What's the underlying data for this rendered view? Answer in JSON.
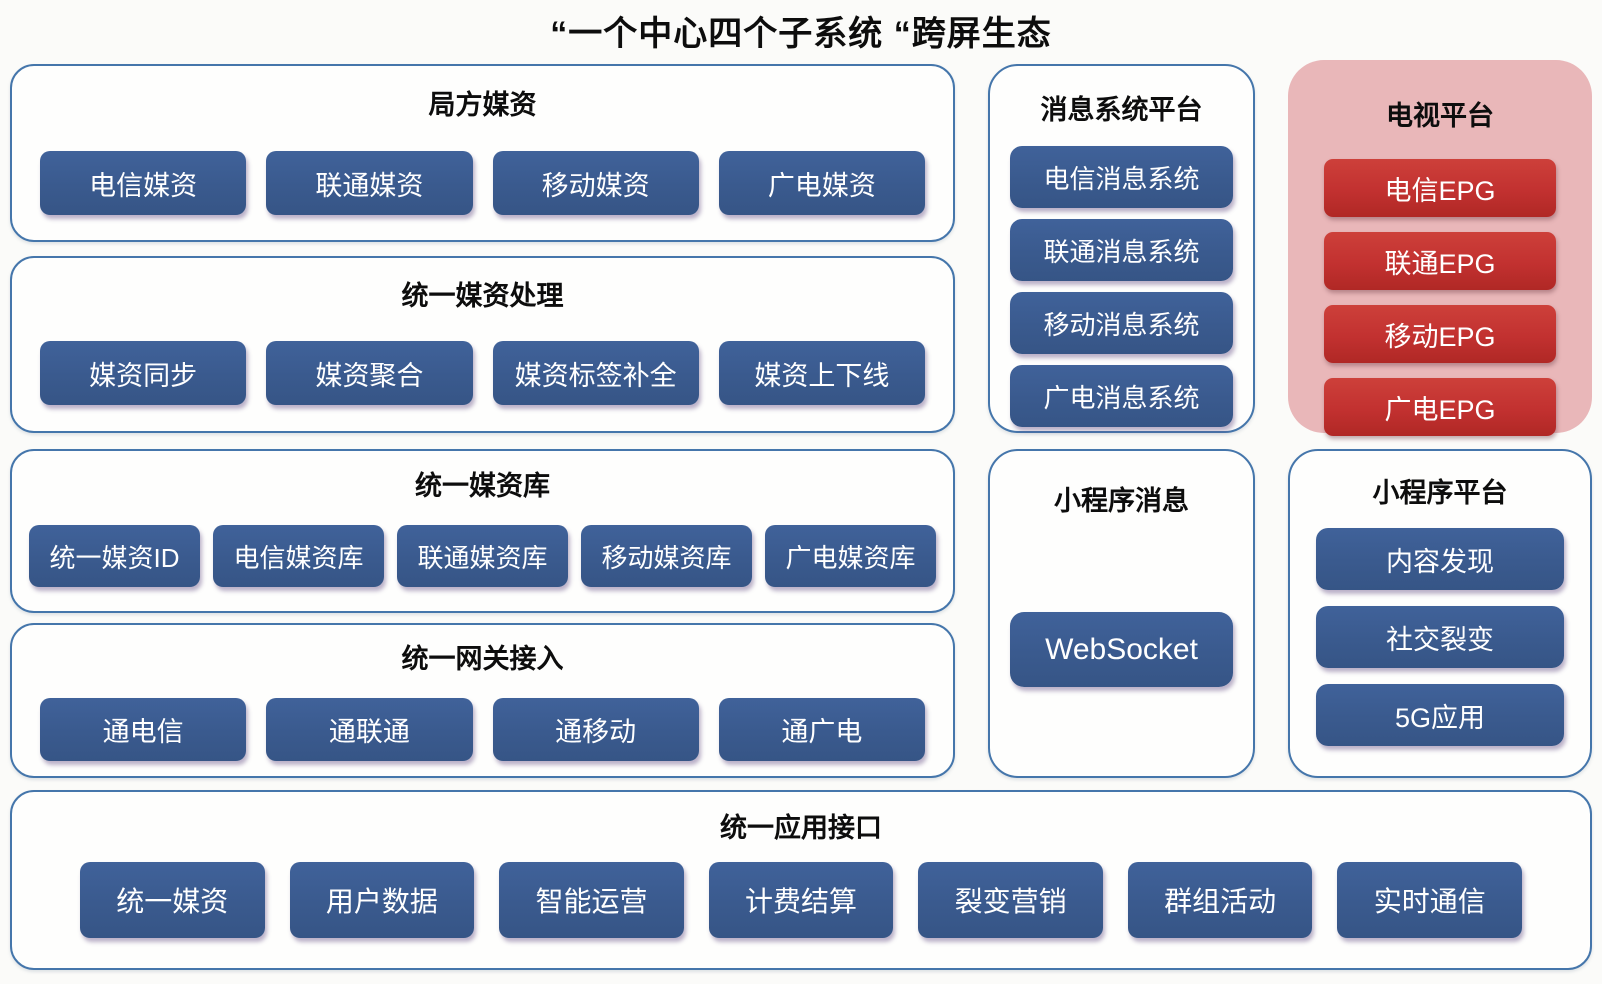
{
  "title": "“一个中心四个子系统 “跨屏生态",
  "colors": {
    "blue_node": "#3a5a8e",
    "red_node": "#c23130",
    "pink_panel_bg": "#e9b7b9",
    "panel_border": "#4576ab",
    "node_text": "#ffffff",
    "title_text": "#0d0d0d"
  },
  "panels": {
    "media_source": {
      "title": "局方媒资",
      "buttons": [
        "电信媒资",
        "联通媒资",
        "移动媒资",
        "广电媒资"
      ]
    },
    "media_processing": {
      "title": "统一媒资处理",
      "buttons": [
        "媒资同步",
        "媒资聚合",
        "媒资标签补全",
        "媒资上下线"
      ]
    },
    "media_library": {
      "title": "统一媒资库",
      "buttons": [
        "统一媒资ID",
        "电信媒资库",
        "联通媒资库",
        "移动媒资库",
        "广电媒资库"
      ]
    },
    "gateway_access": {
      "title": "统一网关接入",
      "buttons": [
        "通电信",
        "通联通",
        "通移动",
        "通广电"
      ]
    },
    "message_platform": {
      "title": "消息系统平台",
      "buttons": [
        "电信消息系统",
        "联通消息系统",
        "移动消息系统",
        "广电消息系统"
      ]
    },
    "tv_platform": {
      "title": "电视平台",
      "buttons": [
        "电信EPG",
        "联通EPG",
        "移动EPG",
        "广电EPG"
      ]
    },
    "miniapp_message": {
      "title": "小程序消息",
      "buttons": [
        "WebSocket"
      ]
    },
    "miniapp_platform": {
      "title": "小程序平台",
      "buttons": [
        "内容发现",
        "社交裂变",
        "5G应用"
      ]
    },
    "app_interface": {
      "title": "统一应用接口",
      "buttons": [
        "统一媒资",
        "用户数据",
        "智能运营",
        "计费结算",
        "裂变营销",
        "群组活动",
        "实时通信"
      ]
    }
  }
}
